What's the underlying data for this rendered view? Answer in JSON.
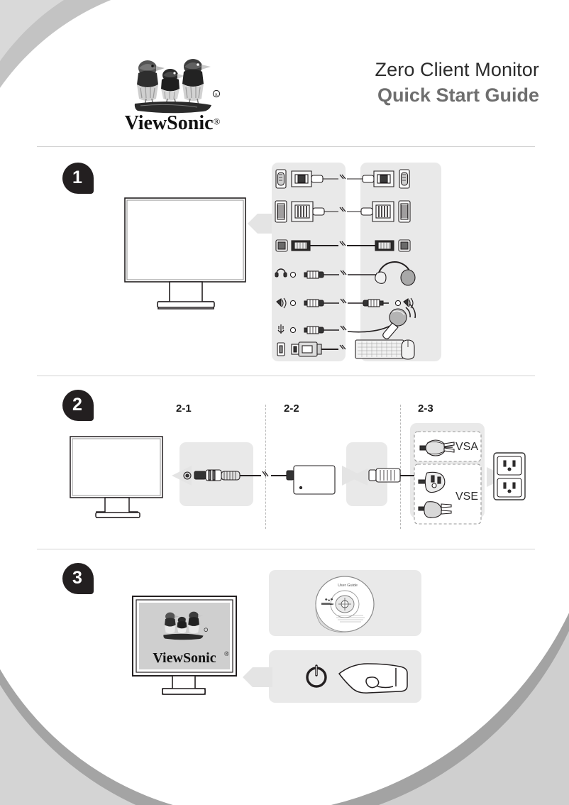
{
  "document": {
    "brand": "ViewSonic",
    "brand_registered": "®",
    "title": "Zero Client Monitor",
    "subtitle": "Quick Start Guide",
    "logo_icon": "viewsonic-finches-logo"
  },
  "colors": {
    "badge_bg": "#231f20",
    "badge_text": "#ffffff",
    "title_main": "#2b2b2b",
    "title_sub": "#6e6e6e",
    "panel_bg": "#e9e9e9",
    "rule": "#d2d2d2",
    "deco_light": "#d4d4d4",
    "deco_mid": "#9e9e9e",
    "line_art": "#231f20"
  },
  "steps": [
    {
      "number": "1",
      "name": "connect-signal-and-peripherals",
      "monitor_icon": "monitor-rear-outline",
      "arrow_icon": "arrow-left",
      "connections": [
        {
          "port_icon": "vga-port-icon",
          "cable_icon": "vga-cable",
          "device_icon": "vga-port-icon"
        },
        {
          "port_icon": "dvi-port-icon",
          "cable_icon": "dvi-cable",
          "device_icon": "dvi-port-icon"
        },
        {
          "port_icon": "rj45-port-icon",
          "cable_icon": "ethernet-cable",
          "device_icon": "rj45-port-icon"
        },
        {
          "port_icon": "headphone-jack-icon",
          "cable_icon": "audio-cable",
          "device_icon": "headphones-icon"
        },
        {
          "port_icon": "line-out-jack-icon",
          "cable_icon": "audio-cable",
          "device_icon": "line-in-jack-icon"
        },
        {
          "port_icon": "microphone-jack-icon",
          "cable_icon": "audio-cable",
          "device_icon": "microphone-icon"
        },
        {
          "port_icon": "usb-port-icon",
          "cable_icon": "usb-cable",
          "device_icon": "keyboard-and-mouse-icon"
        }
      ]
    },
    {
      "number": "2",
      "name": "connect-power",
      "monitor_icon": "monitor-rear-outline",
      "substeps": [
        {
          "label": "2-1",
          "icon": "dc-power-jack-and-plug"
        },
        {
          "label": "2-2",
          "icon": "power-adapter-brick"
        },
        {
          "label": "2-3",
          "icon": "ac-plug-types"
        }
      ],
      "plug_types": [
        {
          "label": "VSA",
          "icon": "us-plug-icon"
        },
        {
          "label": "VSE",
          "icon": "uk-and-eu-plug-icon"
        }
      ],
      "outlet_icon": "wall-outlet-icon",
      "arrow_icon": "arrow-left"
    },
    {
      "number": "3",
      "name": "power-on-and-install",
      "monitor_icon": "monitor-front-with-logo",
      "screen_logo": "viewsonic-finches-logo",
      "screen_wordmark": "ViewSonic",
      "screen_registered": "®",
      "disc": {
        "icon": "cd-disc-icon",
        "label": "User Guide"
      },
      "power": {
        "icon": "power-button-icon",
        "hand_icon": "pointing-hand-icon"
      },
      "arrow_icon": "arrow-left"
    }
  ]
}
